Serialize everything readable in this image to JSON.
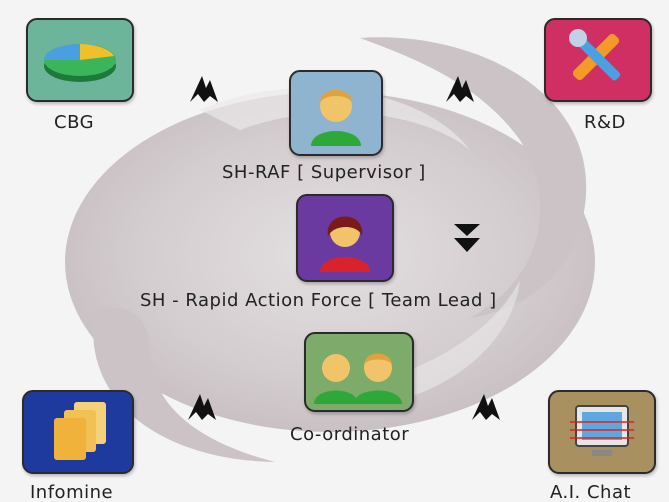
{
  "nodes": {
    "cbg": {
      "label": "CBG",
      "tile_color": "#6cb59a",
      "icon": "pie-chart-icon"
    },
    "rnd": {
      "label": "R&D",
      "tile_color": "#cf2f63",
      "icon": "tools-icon"
    },
    "supervisor": {
      "label": "SH-RAF [ Supervisor ]",
      "tile_color": "#8fb4cf",
      "icon": "user-icon"
    },
    "team_lead": {
      "label": "SH - Rapid Action Force [ Team Lead ]",
      "tile_color": "#6a3aa0",
      "icon": "female-user-icon"
    },
    "coordinator": {
      "label": "Co-ordinator",
      "tile_color": "#7cab6a",
      "icon": "users-icon"
    },
    "infomine": {
      "label": "Infomine",
      "tile_color": "#1f3a9e",
      "icon": "documents-icon"
    },
    "ai_chat": {
      "label": "A.I. Chat",
      "tile_color": "#a89060",
      "icon": "monitor-icon"
    }
  },
  "colors": {
    "background": "#f5f4f4",
    "swirl": "#cfc8ca",
    "arrow": "#111111"
  }
}
